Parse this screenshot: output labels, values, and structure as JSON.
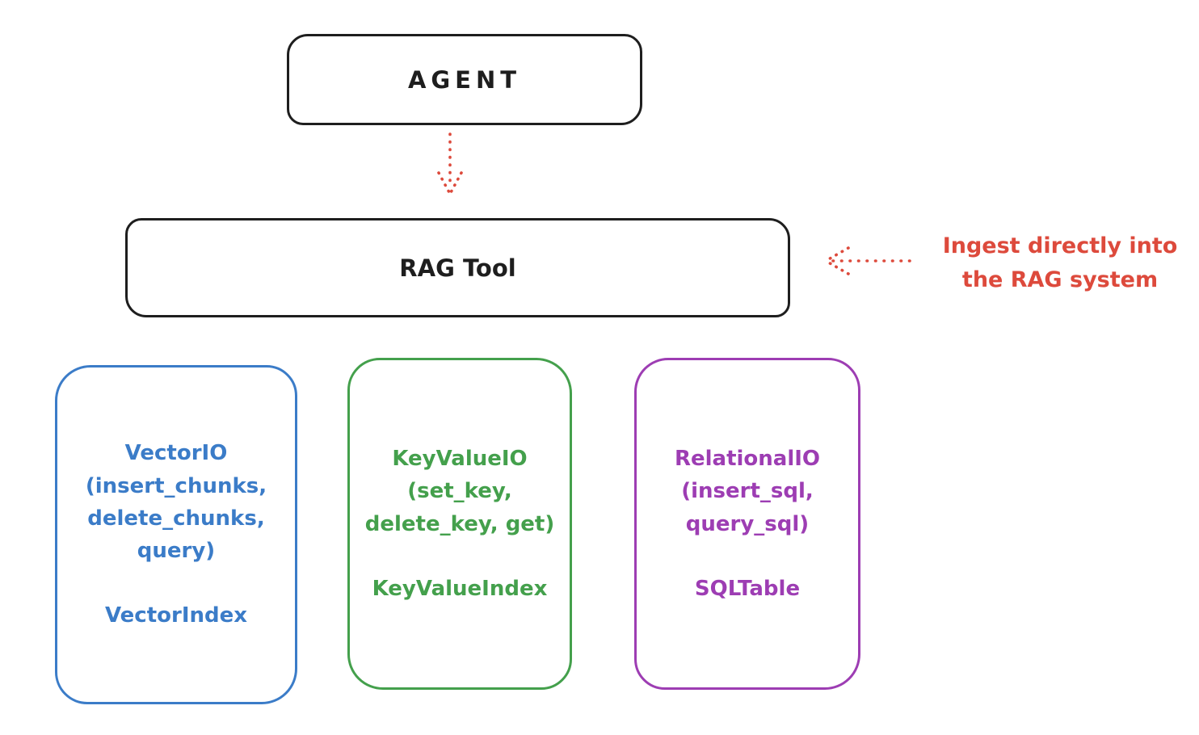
{
  "colors": {
    "ink": "#1e1e1e",
    "red": "#dd4a3c",
    "blue": "#3b7cc8",
    "green": "#44a04c",
    "purple": "#9d3db3"
  },
  "nodes": {
    "agent": {
      "label": "AGENT"
    },
    "rag_tool": {
      "label": "RAG Tool"
    },
    "vector": {
      "title_lines": [
        "VectorIO",
        "(insert_chunks,",
        "delete_chunks,",
        "query)"
      ],
      "index_label": "VectorIndex",
      "color": "#3b7cc8"
    },
    "keyvalue": {
      "title_lines": [
        "KeyValueIO",
        "(set_key,",
        "delete_key, get)"
      ],
      "index_label": "KeyValueIndex",
      "color": "#44a04c"
    },
    "relational": {
      "title_lines": [
        "RelationalIO",
        "(insert_sql,",
        "query_sql)"
      ],
      "index_label": "SQLTable",
      "color": "#9d3db3"
    }
  },
  "annotation": {
    "line1": "Ingest directly into",
    "line2": "the RAG system",
    "color": "#dd4a3c"
  },
  "arrows": {
    "agent_to_rag": "dotted-down-arrow",
    "ingest": "dotted-left-arrow"
  }
}
